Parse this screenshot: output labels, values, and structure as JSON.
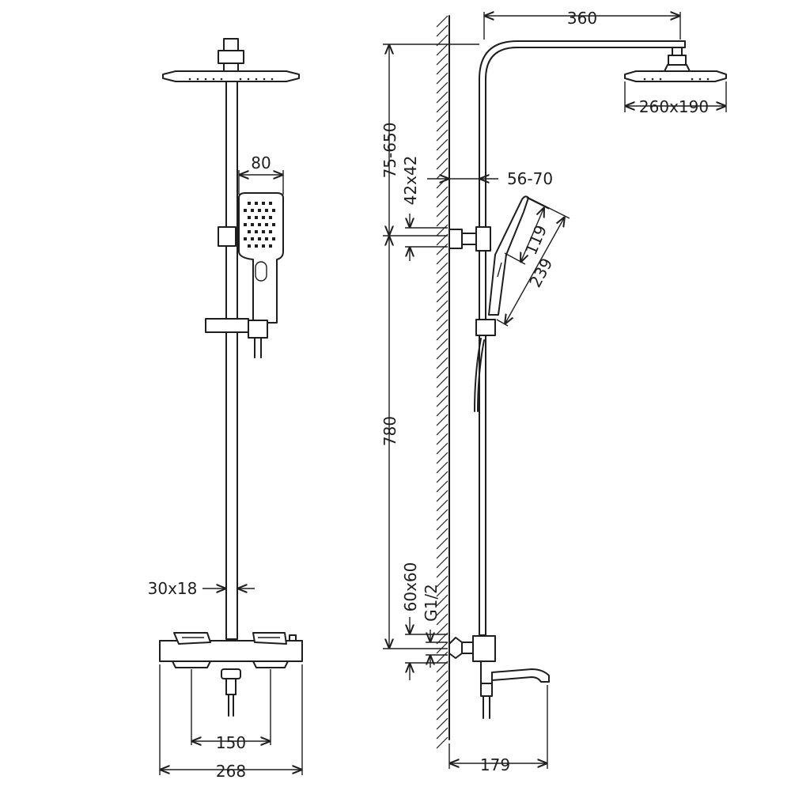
{
  "dimensions": {
    "arm_length": "360",
    "head_size": "260x190",
    "height_range": "75-650",
    "bracket_size": "42x42",
    "wall_offset": "56-70",
    "hand_width": "80",
    "hand_head": "119",
    "hand_length": "239",
    "rail_height": "780",
    "rail_section": "30x18",
    "mixer_size": "60x60",
    "thread": "G1/2",
    "inlet_spacing": "150",
    "mixer_width": "268",
    "spout_projection": "179"
  },
  "colors": {
    "line": "#1e1e1e",
    "background": "#ffffff"
  }
}
